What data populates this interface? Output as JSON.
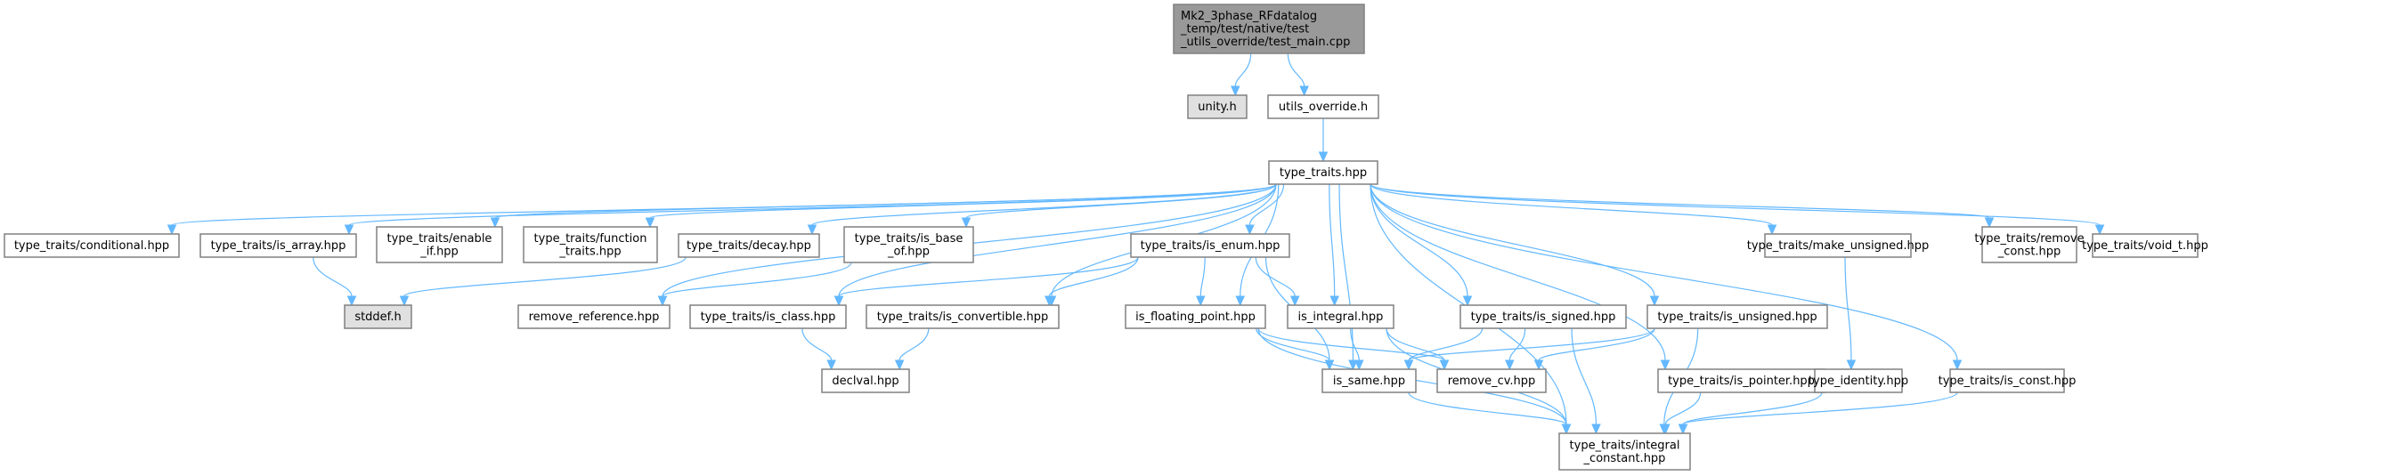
{
  "title": "Include dependency graph for test_main.cpp",
  "colors": {
    "edge": "#63b8ff",
    "node_border": "#808080",
    "root_fill": "#999999",
    "external_fill": "#e0e0e0",
    "default_fill": "#ffffff"
  },
  "nodes": [
    {
      "id": "root",
      "lines": [
        "Mk2_3phase_RFdatalog",
        "_temp/test/native/test",
        "_utils_override/test_main.cpp"
      ],
      "kind": "root"
    },
    {
      "id": "unity",
      "lines": [
        "unity.h"
      ],
      "kind": "external"
    },
    {
      "id": "utils_override",
      "lines": [
        "utils_override.h"
      ],
      "kind": "default"
    },
    {
      "id": "type_traits",
      "lines": [
        "type_traits.hpp"
      ],
      "kind": "default"
    },
    {
      "id": "conditional",
      "lines": [
        "type_traits/conditional.hpp"
      ],
      "kind": "default"
    },
    {
      "id": "is_array",
      "lines": [
        "type_traits/is_array.hpp"
      ],
      "kind": "default"
    },
    {
      "id": "enable_if",
      "lines": [
        "type_traits/enable",
        "_if.hpp"
      ],
      "kind": "default"
    },
    {
      "id": "function_traits",
      "lines": [
        "type_traits/function",
        "_traits.hpp"
      ],
      "kind": "default"
    },
    {
      "id": "decay",
      "lines": [
        "type_traits/decay.hpp"
      ],
      "kind": "default"
    },
    {
      "id": "is_base_of",
      "lines": [
        "type_traits/is_base",
        "_of.hpp"
      ],
      "kind": "default"
    },
    {
      "id": "is_enum",
      "lines": [
        "type_traits/is_enum.hpp"
      ],
      "kind": "default"
    },
    {
      "id": "make_unsigned",
      "lines": [
        "type_traits/make_unsigned.hpp"
      ],
      "kind": "default"
    },
    {
      "id": "remove_const",
      "lines": [
        "type_traits/remove",
        "_const.hpp"
      ],
      "kind": "default"
    },
    {
      "id": "void_t",
      "lines": [
        "type_traits/void_t.hpp"
      ],
      "kind": "default"
    },
    {
      "id": "stddef",
      "lines": [
        "stddef.h"
      ],
      "kind": "external"
    },
    {
      "id": "remove_reference",
      "lines": [
        "remove_reference.hpp"
      ],
      "kind": "default"
    },
    {
      "id": "is_class",
      "lines": [
        "type_traits/is_class.hpp"
      ],
      "kind": "default"
    },
    {
      "id": "is_convertible",
      "lines": [
        "type_traits/is_convertible.hpp"
      ],
      "kind": "default"
    },
    {
      "id": "is_floating_point",
      "lines": [
        "is_floating_point.hpp"
      ],
      "kind": "default"
    },
    {
      "id": "is_integral",
      "lines": [
        "is_integral.hpp"
      ],
      "kind": "default"
    },
    {
      "id": "is_signed",
      "lines": [
        "type_traits/is_signed.hpp"
      ],
      "kind": "default"
    },
    {
      "id": "is_unsigned",
      "lines": [
        "type_traits/is_unsigned.hpp"
      ],
      "kind": "default"
    },
    {
      "id": "declval",
      "lines": [
        "declval.hpp"
      ],
      "kind": "default"
    },
    {
      "id": "is_same",
      "lines": [
        "is_same.hpp"
      ],
      "kind": "default"
    },
    {
      "id": "remove_cv",
      "lines": [
        "remove_cv.hpp"
      ],
      "kind": "default"
    },
    {
      "id": "is_pointer",
      "lines": [
        "type_traits/is_pointer.hpp"
      ],
      "kind": "default"
    },
    {
      "id": "type_identity",
      "lines": [
        "type_identity.hpp"
      ],
      "kind": "default"
    },
    {
      "id": "is_const",
      "lines": [
        "type_traits/is_const.hpp"
      ],
      "kind": "default"
    },
    {
      "id": "integral_constant",
      "lines": [
        "type_traits/integral",
        "_constant.hpp"
      ],
      "kind": "default"
    }
  ],
  "edges": [
    [
      "root",
      "unity"
    ],
    [
      "root",
      "utils_override"
    ],
    [
      "utils_override",
      "type_traits"
    ],
    [
      "type_traits",
      "conditional"
    ],
    [
      "type_traits",
      "is_array"
    ],
    [
      "type_traits",
      "enable_if"
    ],
    [
      "type_traits",
      "function_traits"
    ],
    [
      "type_traits",
      "decay"
    ],
    [
      "type_traits",
      "is_base_of"
    ],
    [
      "type_traits",
      "is_enum"
    ],
    [
      "type_traits",
      "make_unsigned"
    ],
    [
      "type_traits",
      "remove_const"
    ],
    [
      "type_traits",
      "void_t"
    ],
    [
      "type_traits",
      "remove_reference"
    ],
    [
      "type_traits",
      "is_class"
    ],
    [
      "type_traits",
      "is_convertible"
    ],
    [
      "type_traits",
      "is_floating_point"
    ],
    [
      "type_traits",
      "is_integral"
    ],
    [
      "type_traits",
      "is_signed"
    ],
    [
      "type_traits",
      "is_unsigned"
    ],
    [
      "type_traits",
      "is_same"
    ],
    [
      "type_traits",
      "is_pointer"
    ],
    [
      "type_traits",
      "is_const"
    ],
    [
      "type_traits",
      "integral_constant"
    ],
    [
      "is_array",
      "stddef"
    ],
    [
      "decay",
      "stddef"
    ],
    [
      "is_base_of",
      "remove_reference"
    ],
    [
      "is_enum",
      "is_class"
    ],
    [
      "is_enum",
      "is_convertible"
    ],
    [
      "is_enum",
      "is_floating_point"
    ],
    [
      "is_enum",
      "is_integral"
    ],
    [
      "is_enum",
      "is_same"
    ],
    [
      "is_class",
      "declval"
    ],
    [
      "is_convertible",
      "declval"
    ],
    [
      "is_floating_point",
      "is_same"
    ],
    [
      "is_floating_point",
      "remove_cv"
    ],
    [
      "is_floating_point",
      "integral_constant"
    ],
    [
      "is_integral",
      "is_same"
    ],
    [
      "is_integral",
      "remove_cv"
    ],
    [
      "is_integral",
      "integral_constant"
    ],
    [
      "is_signed",
      "is_same"
    ],
    [
      "is_signed",
      "remove_cv"
    ],
    [
      "is_signed",
      "integral_constant"
    ],
    [
      "is_unsigned",
      "is_same"
    ],
    [
      "is_unsigned",
      "remove_cv"
    ],
    [
      "is_unsigned",
      "integral_constant"
    ],
    [
      "make_unsigned",
      "type_identity"
    ],
    [
      "is_same",
      "integral_constant"
    ],
    [
      "is_pointer",
      "integral_constant"
    ],
    [
      "type_identity",
      "integral_constant"
    ],
    [
      "is_const",
      "integral_constant"
    ]
  ]
}
